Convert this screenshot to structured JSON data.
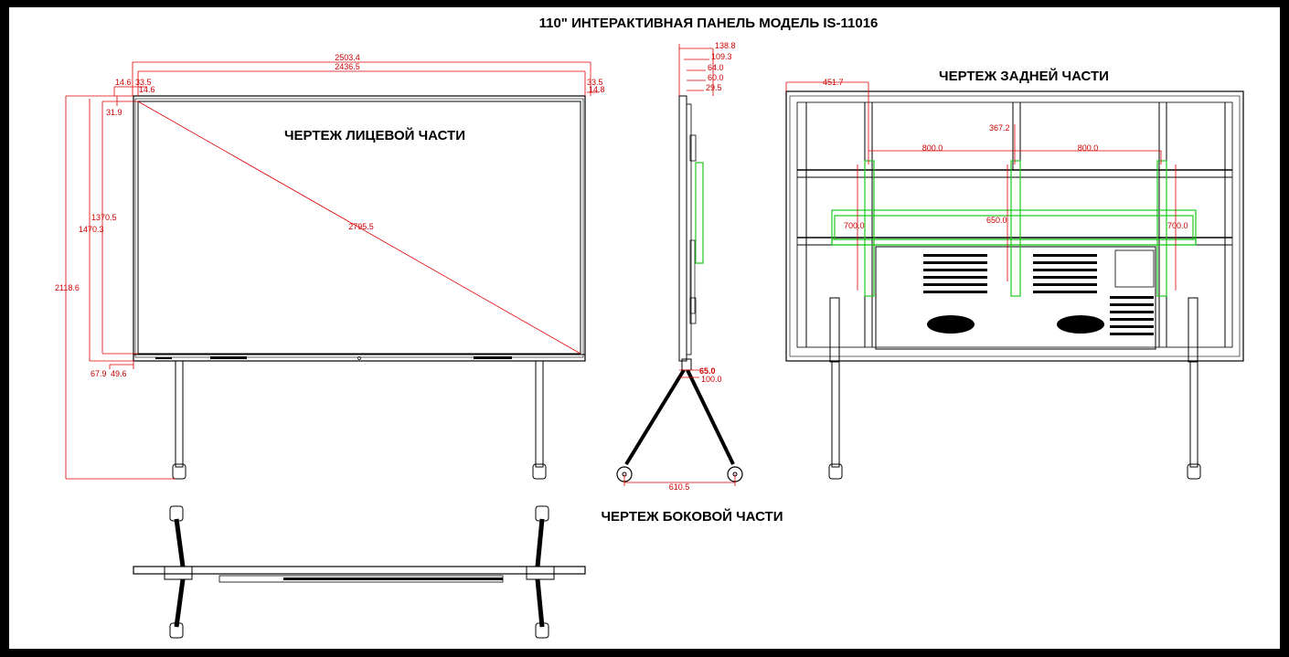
{
  "header": {
    "title": "110\" ИНТЕРАКТИВНАЯ ПАНЕЛЬ МОДЕЛЬ  IS-11016"
  },
  "views": {
    "front_label": "ЧЕРТЕЖ ЛИЦЕВОЙ ЧАСТИ",
    "back_label": "ЧЕРТЕЖ ЗАДНЕЙ ЧАСТИ",
    "side_label": "ЧЕРТЕЖ БОКОВОЙ ЧАСТИ"
  },
  "front_dims": {
    "overall_width": "2503.4",
    "screen_width": "2436.5",
    "bezel_left_top": "14.6",
    "bezel_left_outer": "33.5",
    "bezel_left_inner": "14.6",
    "bezel_right_outer": "33.5",
    "bezel_right_inner": "14.8",
    "top_offset": "31.9",
    "screen_height": "1370.5",
    "panel_height": "1470.3",
    "total_height": "2118.6",
    "diagonal": "2795.5",
    "bottom_left": "67.9",
    "bottom_inner": "49.6"
  },
  "side_dims": {
    "d1": "138.8",
    "d2": "109.3",
    "d3": "64.0",
    "d4": "60.0",
    "d5": "29.5",
    "bottom1": "65.0",
    "bottom2": "100.0",
    "base_width": "610.5"
  },
  "back_dims": {
    "left_offset": "451.7",
    "vesa_h1": "800.0",
    "vesa_h2": "800.0",
    "center_offset": "367.2",
    "left_v": "700.0",
    "center_v": "650.0",
    "right_v": "700.0"
  },
  "colors": {
    "dimension": "#e00000",
    "bracket": "#1ec81e",
    "outline": "#000000",
    "frame": "#000000"
  }
}
